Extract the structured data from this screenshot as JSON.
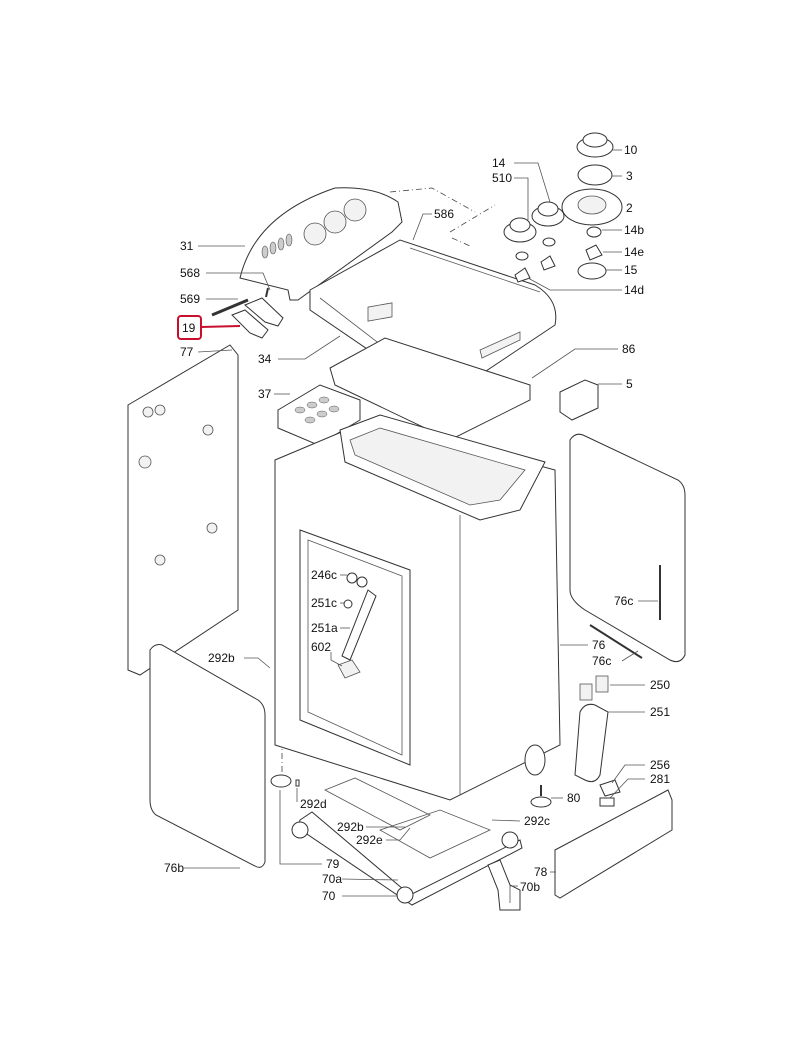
{
  "diagram": {
    "highlight_color": "#c8102e",
    "highlighted_part": "19",
    "labels": {
      "p10": "10",
      "p14": "14",
      "p510": "510",
      "p3": "3",
      "p2": "2",
      "p586": "586",
      "p14b": "14b",
      "p14e": "14e",
      "p15": "15",
      "p14d": "14d",
      "p31": "31",
      "p568": "568",
      "p569": "569",
      "p19": "19",
      "p77": "77",
      "p34": "34",
      "p86": "86",
      "p5": "5",
      "p37": "37",
      "p246c": "246c",
      "p251c": "251c",
      "p251a": "251a",
      "p602": "602",
      "p76c_a": "76c",
      "p76": "76",
      "p76c_b": "76c",
      "p292b_a": "292b",
      "p250": "250",
      "p251": "251",
      "p256": "256",
      "p281": "281",
      "p80": "80",
      "p292d": "292d",
      "p292c": "292c",
      "p292b_b": "292b",
      "p292e": "292e",
      "p79": "79",
      "p70a": "70a",
      "p78": "78",
      "p70": "70",
      "p70b": "70b",
      "p76b": "76b"
    }
  }
}
